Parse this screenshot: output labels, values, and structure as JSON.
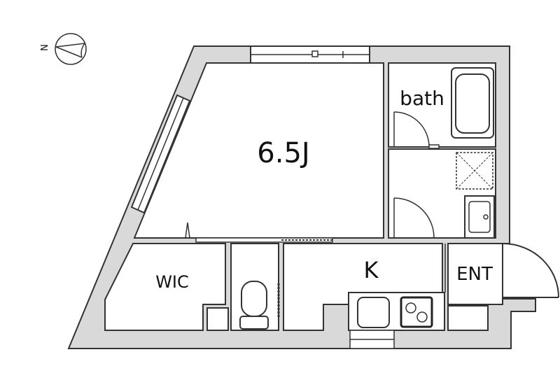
{
  "plan": {
    "compass_label": "N",
    "rooms": {
      "living": "6.5J",
      "bath": "bath",
      "kitchen": "K",
      "walk_in_closet": "WIC",
      "entrance": "ENT"
    }
  },
  "colors": {
    "wall": "#d9d9d9",
    "line": "#333333",
    "background": "#ffffff"
  }
}
